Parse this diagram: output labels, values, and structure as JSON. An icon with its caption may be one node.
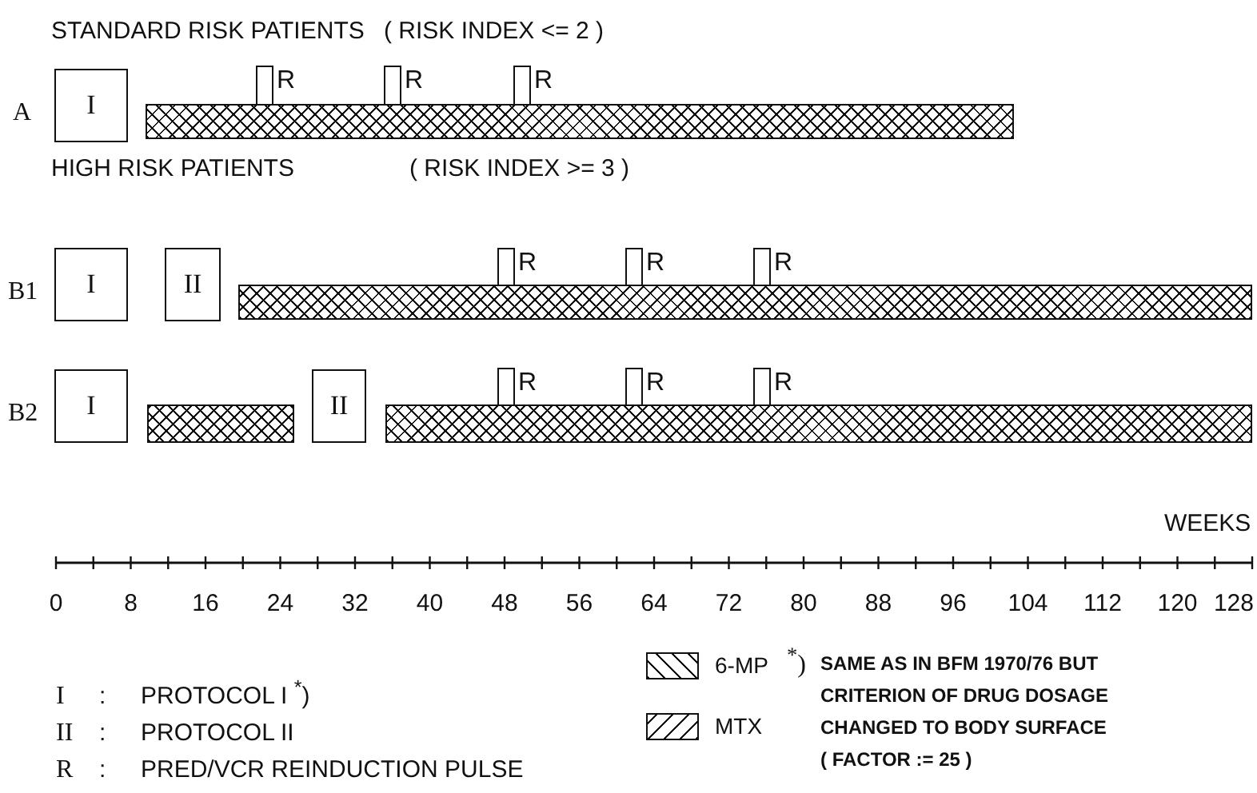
{
  "diagram": {
    "nodes": [
      {
        "text": [
          "I"
        ]
      },
      {
        "text": [],
        "shape": "bar"
      },
      {
        "text": [],
        "shape": "box",
        "beside": [
          "R"
        ]
      },
      {
        "text": [],
        "shape": "box",
        "beside": [
          "R"
        ]
      },
      {
        "text": [],
        "shape": "box",
        "beside": [
          "R"
        ]
      },
      {
        "text": [
          "I"
        ]
      },
      {
        "text": [
          "II"
        ]
      },
      {
        "text": [],
        "shape": "bar"
      },
      {
        "text": [],
        "shape": "box",
        "beside": [
          "R"
        ]
      },
      {
        "text": [],
        "shape": "box",
        "beside": [
          "R"
        ]
      },
      {
        "text": [],
        "shape": "box",
        "beside": [
          "R"
        ]
      },
      {
        "text": [
          "I"
        ]
      },
      {
        "text": [],
        "shape": "bar"
      },
      {
        "text": [
          "II"
        ]
      },
      {
        "text": [],
        "shape": "bar"
      },
      {
        "text": [],
        "shape": "box",
        "beside": [
          "R"
        ]
      },
      {
        "text": [],
        "shape": "box",
        "beside": [
          "R"
        ]
      },
      {
        "text": [],
        "shape": "box",
        "beside": [
          "R"
        ]
      }
    ],
    "labels": [
      "STANDARD RISK PATIENTS",
      "( RISK INDEX <= 2 )",
      "A",
      "HIGH RISK PATIENTS",
      "( RISK INDEX >= 3 )",
      "B1",
      "B2",
      "WEEKS",
      "0",
      "8",
      "16",
      "24",
      "32",
      "40",
      "48",
      "56",
      "64",
      "72",
      "80",
      "88",
      "96",
      "104",
      "112",
      "120",
      "128",
      "I",
      ":",
      "PROTOCOL I $^{*}$)",
      "II",
      ":",
      "PROTOCOL II",
      "R",
      ":",
      "PRED/VCR REINDUCTION PULSE",
      "$^{*}$)",
      "SAME AS IN BFM 1970/76 BUT CRITERION OF DRUG DOSAGE CHANGED TO BODY SURFACE ( FACTOR := 25 )"
    ],
    "legend": [
      {
        "text": "6-MP"
      },
      {
        "text": "MTX"
      }
    ]
  }
}
